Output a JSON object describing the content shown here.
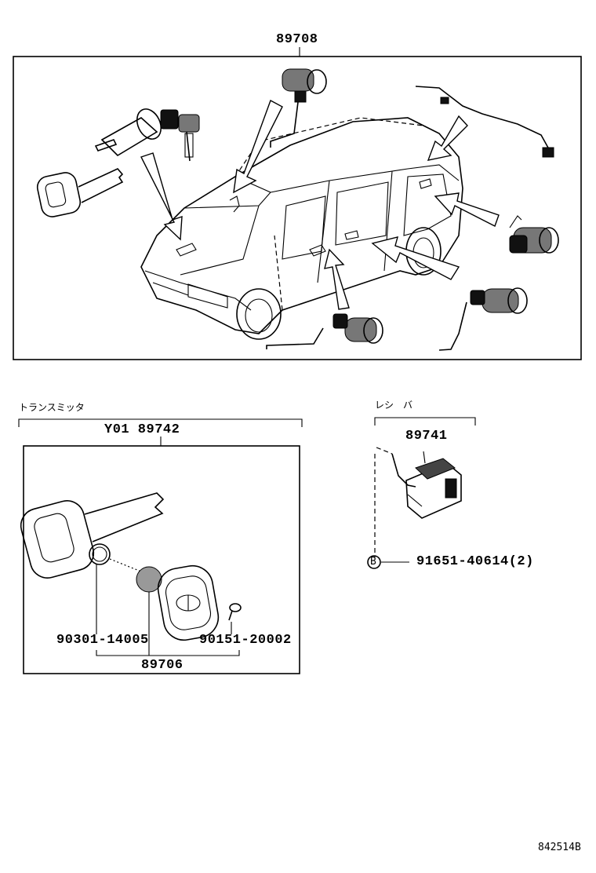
{
  "parts": {
    "top_assembly": "89708",
    "transmitter_jp": "トランスミッタ",
    "transmitter_assembly": "Y01 89742",
    "o_ring": "90301-14005",
    "screw": "90151-20002",
    "transmitter_kit": "89706",
    "receiver_jp": "レシ　バ",
    "receiver_assembly": "89741",
    "bolt_marker": "B",
    "bolt": "91651-40614(2)"
  },
  "footer": {
    "drawing_no": "842514B"
  }
}
